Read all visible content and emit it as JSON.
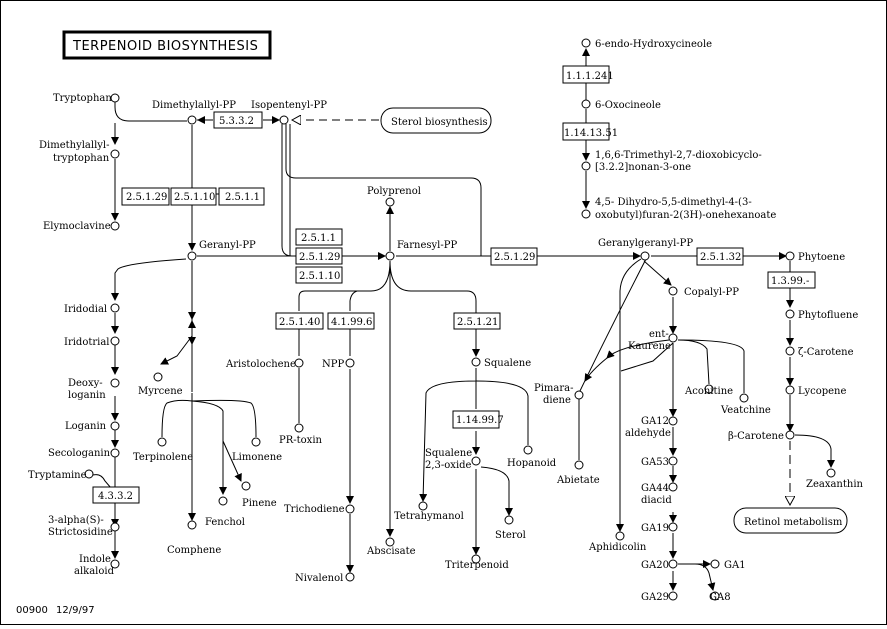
{
  "title": "TERPENOID BIOSYNTHESIS",
  "footer": {
    "map_id": "00900",
    "date": "12/9/97"
  },
  "compounds": {
    "tryptophan": "Tryptophan",
    "dimethylallyl_pp": "Dimethylallyl-PP",
    "isopentenyl_pp": "Isopentenyl-PP",
    "dimethylallyl_tryptophan_1": "Dimethylallyl-",
    "dimethylallyl_tryptophan_2": "tryptophan",
    "elymoclavine": "Elymoclavine",
    "polyprenol": "Polyprenol",
    "geranyl_pp": "Geranyl-PP",
    "farnesyl_pp": "Farnesyl-PP",
    "geranylgeranyl_pp": "Geranylgeranyl-PP",
    "phytoene": "Phytoene",
    "iridodial": "Iridodial",
    "iridotrial": "Iridotrial",
    "deoxyloganin_1": "Deoxy-",
    "deoxyloganin_2": "loganin",
    "loganin": "Loganin",
    "secologanin": "Secologanin",
    "tryptamine": "Tryptamine",
    "strictosidine_1": "3-alpha(S)-",
    "strictosidine_2": "Strictosidine",
    "indole_alkaloid_1": "Indole",
    "indole_alkaloid_2": "alkaloid",
    "myrcene": "Myrcene",
    "terpinolene": "Terpinolene",
    "limonene": "Limonene",
    "pinene": "Pinene",
    "fenchol": "Fenchol",
    "camphene": "Comphene",
    "aristolochene": "Aristolochene",
    "pr_toxin": "PR-toxin",
    "npp": "NPP",
    "trichodiene": "Trichodiene",
    "nivalenol": "Nivalenol",
    "abscisate": "Abscisate",
    "squalene": "Squalene",
    "squalene_oxide_1": "Squalene",
    "squalene_oxide_2": "2,3-oxide",
    "hopanoid": "Hopanoid",
    "tetrahymanol": "Tetrahymanol",
    "sterol": "Sterol",
    "triterpenoid": "Triterpenoid",
    "copalyl_pp": "Copalyl-PP",
    "ent_kaurene_1": "ent-",
    "ent_kaurene_2": "Kaurene",
    "pimaradiene_1": "Pimara-",
    "pimaradiene_2": "diene",
    "abietate": "Abietate",
    "aphidicolin": "Aphidicolin",
    "aconitine": "Aconitine",
    "veatchine": "Veatchine",
    "ga12_1": "GA12",
    "ga12_2": "aldehyde",
    "ga53": "GA53",
    "ga44_1": "GA44",
    "ga44_2": "diacid",
    "ga19": "GA19",
    "ga20": "GA20",
    "ga1": "GA1",
    "ga29": "GA29",
    "ga8": "GA8",
    "phytofluene": "Phytofluene",
    "zeta_carotene": "ζ-Carotene",
    "lycopene": "Lycopene",
    "beta_carotene": "β-Carotene",
    "zeaxanthin": "Zeaxanthin",
    "hydroxycineole": "6-endo-Hydroxycineole",
    "oxocineole": "6-Oxocineole",
    "trimethyl_1": "1,6,6-Trimethyl-2,7-dioxobicyclo-",
    "trimethyl_2": "[3.2.2]nonan-3-one",
    "dihydro_1": "4,5- Dihydro-5,5-dimethyl-4-(3-",
    "dihydro_2": "oxobutyl)furan-2(3H)-onehexanoate"
  },
  "enzymes": {
    "e5332": "5.3.3.2",
    "e25129a": "2.5.1.29",
    "e25110a": "2.5.1.10",
    "e2511a": "2.5.1.1",
    "e2511b": "2.5.1.1",
    "e25129b": "2.5.1.29",
    "e25110b": "2.5.1.10",
    "e25129c": "2.5.1.29",
    "e25132": "2.5.1.32",
    "e2514": "2.5.1.40",
    "e41996": "4.1.99.6",
    "e25121": "2.5.1.21",
    "e114997": "1.14.99.7",
    "e4332": "4.3.3.2",
    "e3999": "1.3.99.-",
    "e111241": "1.1.1.241",
    "e1141351": "1.14.13.51"
  },
  "linked_maps": {
    "sterol_biosynthesis": "Sterol biosynthesis",
    "retinol_metabolism": "Retinol metabolism"
  }
}
